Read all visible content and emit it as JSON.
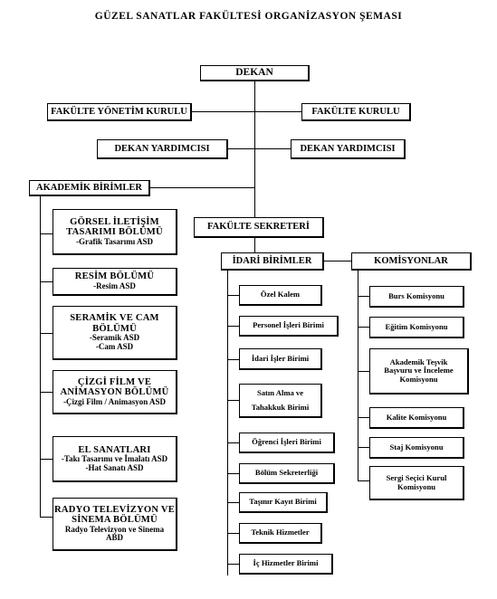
{
  "title": "GÜZEL SANATLAR FAKÜLTESİ ORGANİZASYON ŞEMASI",
  "top": {
    "dekan": "DEKAN",
    "yonetim_kurulu": "FAKÜLTE YÖNETİM KURULU",
    "fakulte_kurulu": "FAKÜLTE KURULU",
    "dekan_yardimcisi_1": "DEKAN YARDIMCISI",
    "dekan_yardimcisi_2": "DEKAN YARDIMCISI"
  },
  "akademik": {
    "header": "AKADEMİK BİRİMLER",
    "units": [
      {
        "head": [
          "GÖRSEL İLETİŞİM",
          "TASARIMI BÖLÜMÜ"
        ],
        "sub": [
          "-Grafik Tasarımı ASD"
        ]
      },
      {
        "head": [
          "RESİM BÖLÜMÜ"
        ],
        "sub": [
          "-Resim ASD"
        ]
      },
      {
        "head": [
          "SERAMİK VE CAM",
          "BÖLÜMÜ"
        ],
        "sub": [
          "-Seramik ASD",
          "-Cam ASD"
        ]
      },
      {
        "head": [
          "ÇİZGİ FİLM VE",
          "ANİMASYON BÖLÜMÜ"
        ],
        "sub": [
          "-Çizgi Film / Animasyon ASD"
        ]
      },
      {
        "head": [
          "EL SANATLARI"
        ],
        "sub": [
          "-Takı Tasarımı ve İmalatı ASD",
          "-Hat Sanatı ASD"
        ]
      },
      {
        "head": [
          "RADYO TELEVİZYON VE",
          "SİNEMA BÖLÜMÜ"
        ],
        "sub": [
          "Radyo Televizyon ve Sinema",
          "ABD"
        ]
      }
    ]
  },
  "sekreter": "FAKÜLTE SEKRETERİ",
  "idari": {
    "header": "İDARİ BİRİMLER",
    "units": [
      [
        "Özel Kalem"
      ],
      [
        "Personel İşleri Birimi"
      ],
      [
        "İdari İşler Birimi"
      ],
      [
        "Satın Alma ve",
        "Tahakkuk Birimi"
      ],
      [
        "Öğrenci İşleri Birimi"
      ],
      [
        "Bölüm Sekreterliği"
      ],
      [
        "Taşınır Kayıt Birimi"
      ],
      [
        "Teknik Hizmetler"
      ],
      [
        "İç Hizmetler Birimi"
      ]
    ]
  },
  "komisyonlar": {
    "header": "KOMİSYONLAR",
    "units": [
      [
        "Burs Komisyonu"
      ],
      [
        "Eğitim Komisyonu"
      ],
      [
        "Akademik Teşvik",
        "Başvuru ve İnceleme",
        "Komisyonu"
      ],
      [
        "Kalite Komisyonu"
      ],
      [
        "Staj Komisyonu"
      ],
      [
        "Sergi Seçici Kurul",
        "Komisyonu"
      ]
    ]
  }
}
